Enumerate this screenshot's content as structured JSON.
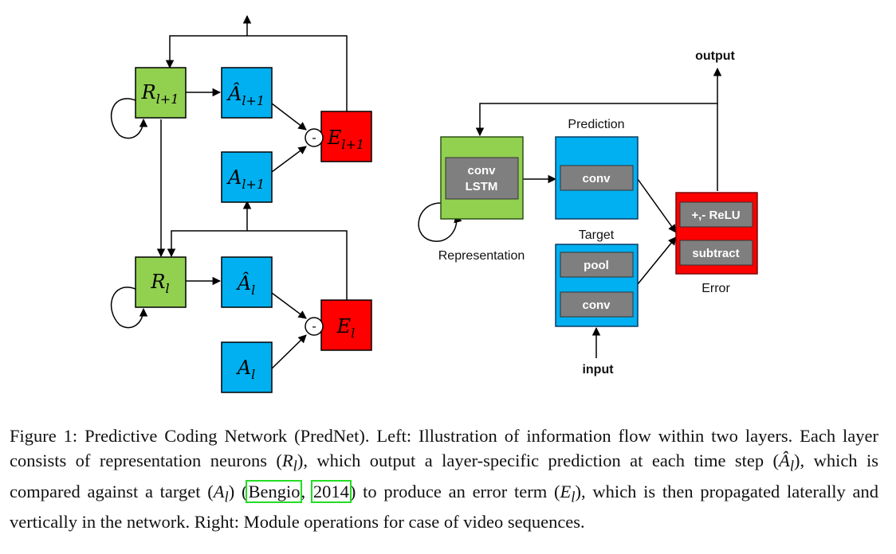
{
  "left_diagram": {
    "upper": {
      "r": "R",
      "r_sub": "l+1",
      "ahat": "Â",
      "ahat_sub": "l+1",
      "a": "A",
      "a_sub": "l+1",
      "e": "E",
      "e_sub": "l+1",
      "minus": "-"
    },
    "lower": {
      "r": "R",
      "r_sub": "l",
      "ahat": "Â",
      "ahat_sub": "l",
      "a": "A",
      "a_sub": "l",
      "e": "E",
      "e_sub": "l",
      "minus": "-"
    }
  },
  "right_diagram": {
    "output_label": "output",
    "input_label": "input",
    "representation_label": "Representation",
    "prediction_label": "Prediction",
    "target_label": "Target",
    "error_label": "Error",
    "conv_lstm_line1": "conv",
    "conv_lstm_line2": "LSTM",
    "prediction_conv": "conv",
    "target_pool": "pool",
    "target_conv": "conv",
    "error_relu": "+,- ReLU",
    "error_subtract": "subtract"
  },
  "colors": {
    "green": "#92d050",
    "blue": "#00b0f0",
    "red": "#ff0000",
    "gray": "#7f7f7f",
    "citation_box": "#22dd22"
  },
  "caption": {
    "p1": "Figure 1: Predictive Coding Network (PredNet). Left: Illustration of information flow within two layers. Each layer consists of representation neurons (",
    "r_l": "R",
    "r_l_sub": "l",
    "p2": "), which output a layer-specific prediction at each time step (",
    "ahat_l": "Â",
    "ahat_l_sub": "l",
    "p3": "), which is compared against a target (",
    "a_l": "A",
    "a_l_sub": "l",
    "p4": ") (",
    "cite_author": "Bengio",
    "cite_sep": ", ",
    "cite_year": "2014",
    "p5": ") to produce an error term (",
    "e_l": "E",
    "e_l_sub": "l",
    "p6": "), which is then propagated laterally and vertically in the network. Right: Module operations for case of video sequences."
  }
}
